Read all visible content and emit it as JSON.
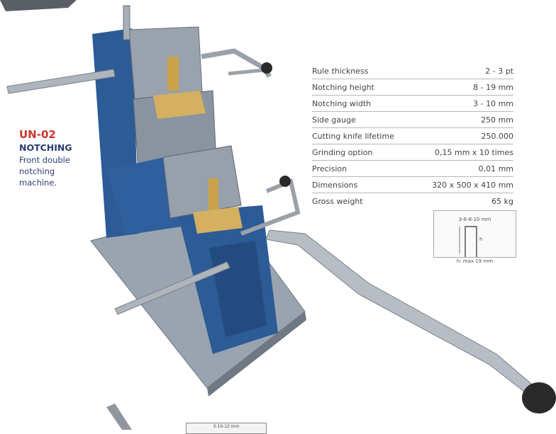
{
  "product": {
    "code": "UN-02",
    "category": "NOTCHING",
    "description_lines": [
      "Front double",
      "notching",
      "machine."
    ]
  },
  "specs": [
    {
      "label": "Rule thickness",
      "value": "2 - 3 pt"
    },
    {
      "label": "Notching height",
      "value": "8 - 19 mm"
    },
    {
      "label": "Notching width",
      "value": "3 - 10 mm"
    },
    {
      "label": "Side gauge",
      "value": "250 mm"
    },
    {
      "label": "Cutting knife lifetime",
      "value": "250.000"
    },
    {
      "label": "Grinding option",
      "value": "0,15 mm x 10 times"
    },
    {
      "label": "Precision",
      "value": "0,01 mm"
    },
    {
      "label": "Dimensions",
      "value": "320 x 500 x 410 mm"
    },
    {
      "label": "Gross weight",
      "value": "65 kg"
    }
  ],
  "diagram": {
    "top_label": "3-6-8-10 mm",
    "side_label": "h",
    "caption": "h: max 19 mm"
  },
  "bottom_snippet": {
    "label": "3-10-12 mm"
  },
  "colors": {
    "code_red": "#c8352b",
    "text_navy": "#2c3d6e",
    "machine_blue": "#2f5f9c",
    "machine_steel": "#8d97a4",
    "brass": "#c9a24a"
  }
}
